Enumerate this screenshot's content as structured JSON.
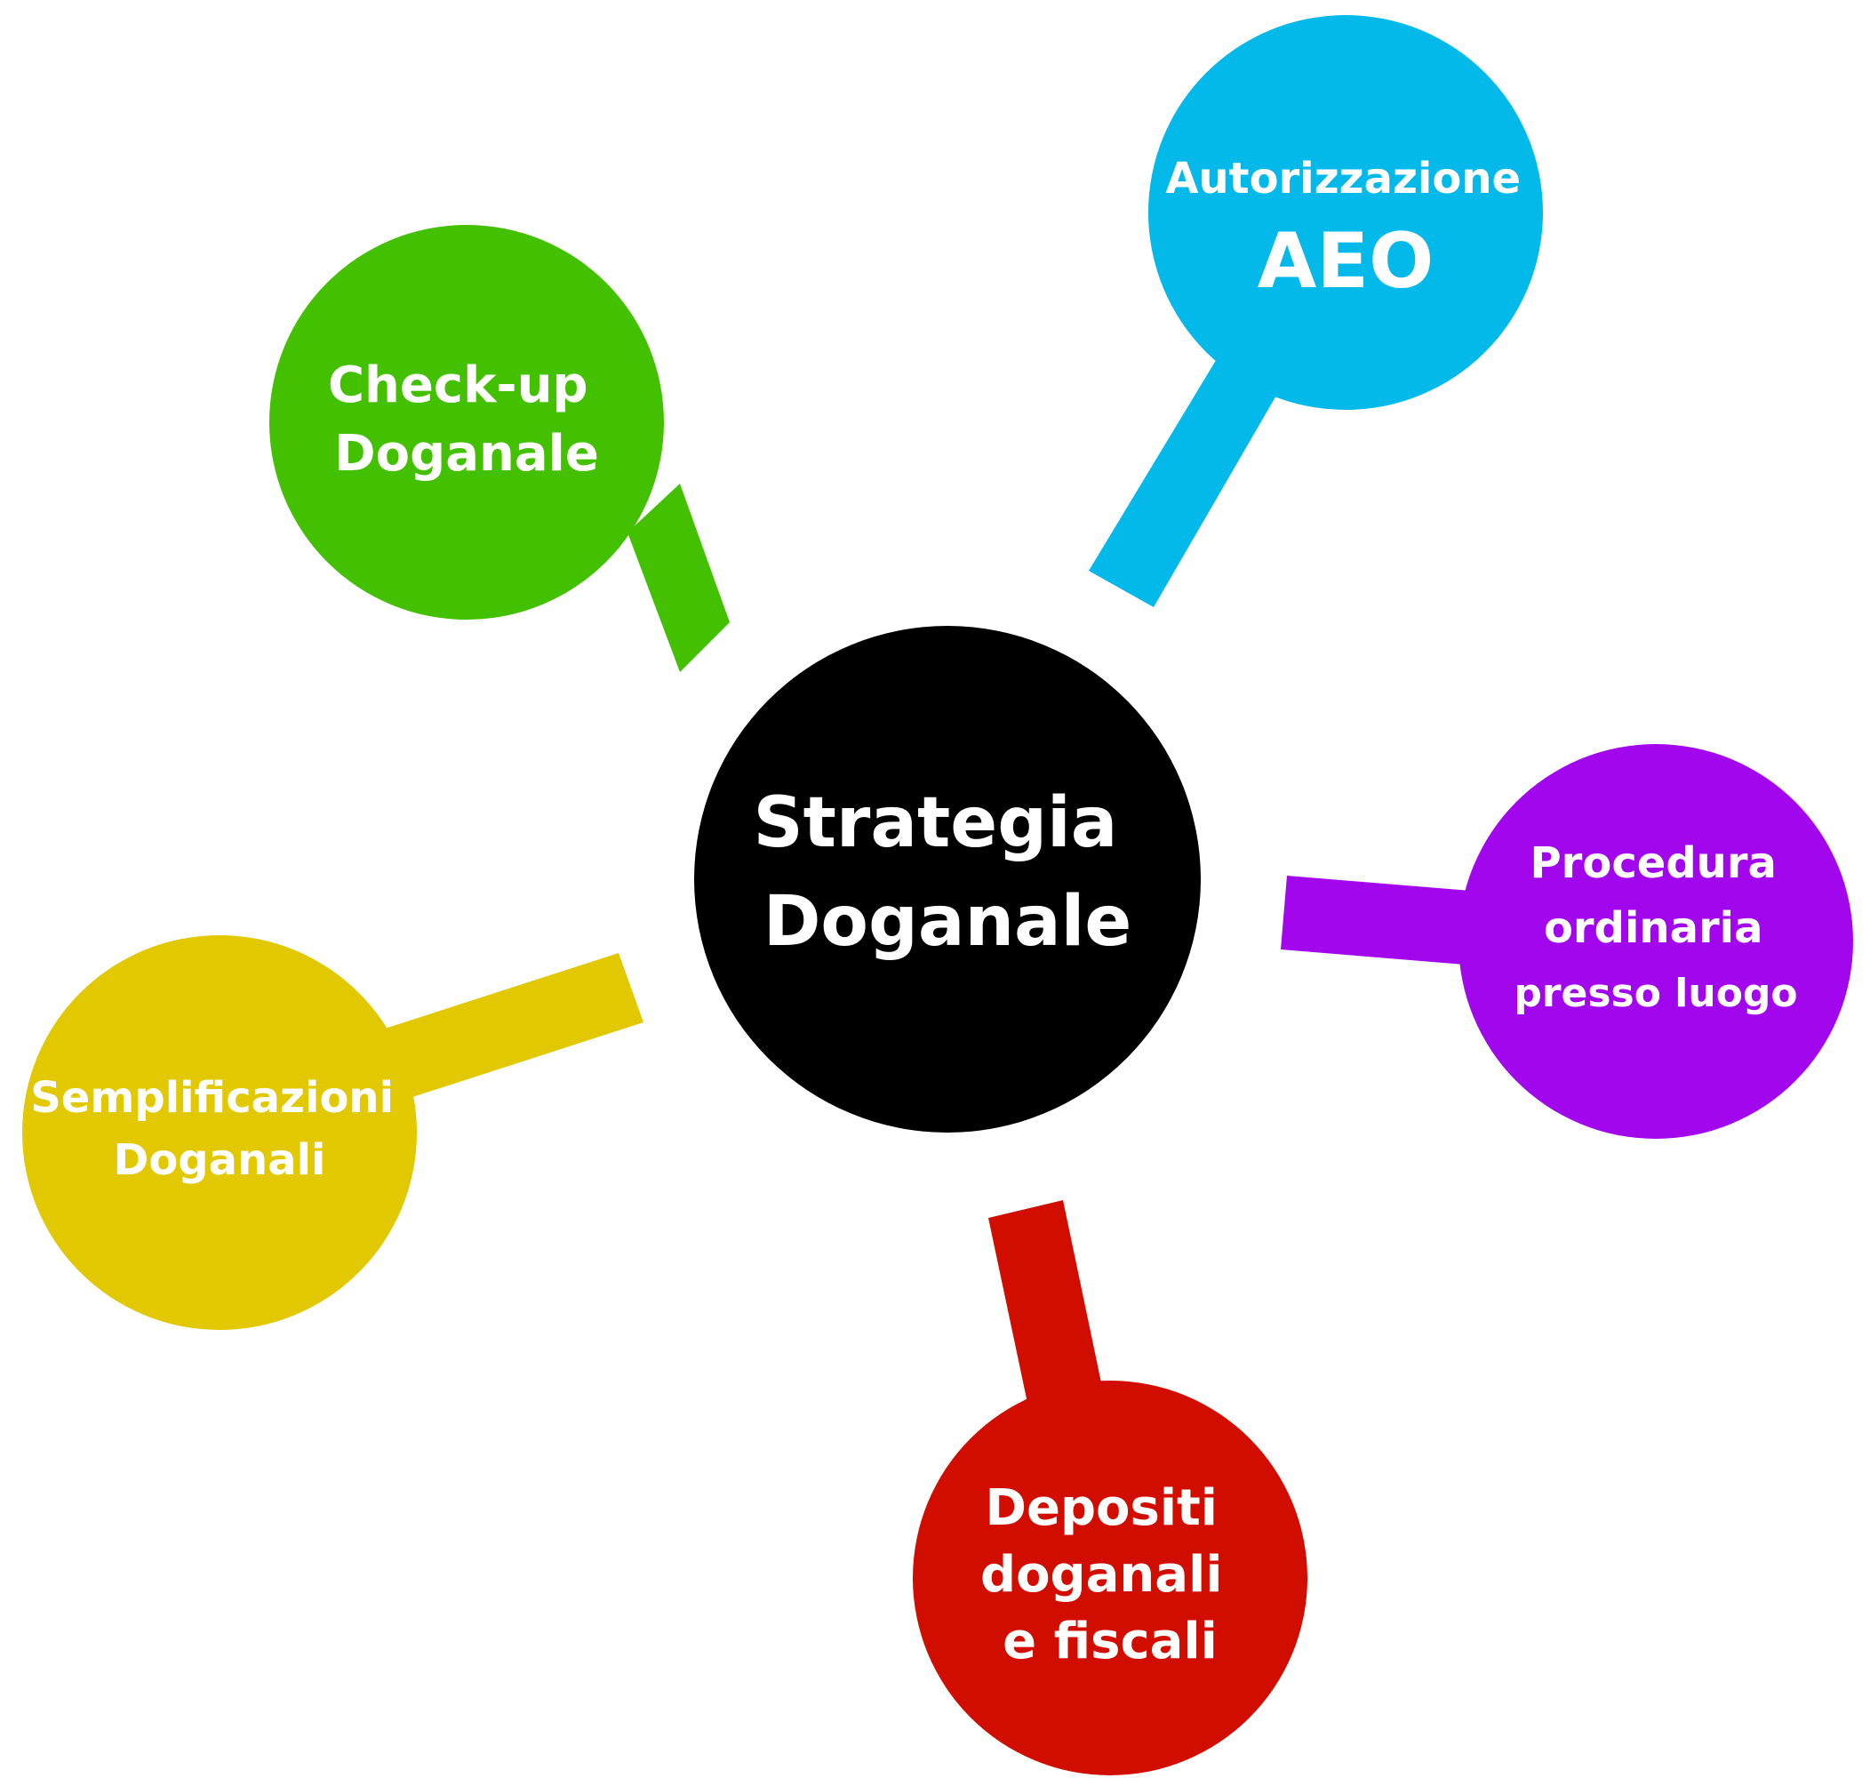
{
  "center": {
    "lines": [
      "Strategia",
      "Doganale"
    ],
    "color": "#000000"
  },
  "nodes": [
    {
      "id": "check-up",
      "lines": [
        "Check-up",
        "Doganale"
      ],
      "color": "#43c000"
    },
    {
      "id": "aeo",
      "lines": [
        "Autorizzazione",
        "AEO"
      ],
      "color": "#02b9e9"
    },
    {
      "id": "procedura",
      "lines": [
        "Procedura",
        "ordinaria",
        "presso luogo"
      ],
      "color": "#a106ed"
    },
    {
      "id": "depositi",
      "lines": [
        "Depositi",
        "doganali",
        "e fiscali"
      ],
      "color": "#d10d00"
    },
    {
      "id": "semplificazioni",
      "lines": [
        "Semplificazioni",
        "Doganali"
      ],
      "color": "#e2c800"
    }
  ]
}
